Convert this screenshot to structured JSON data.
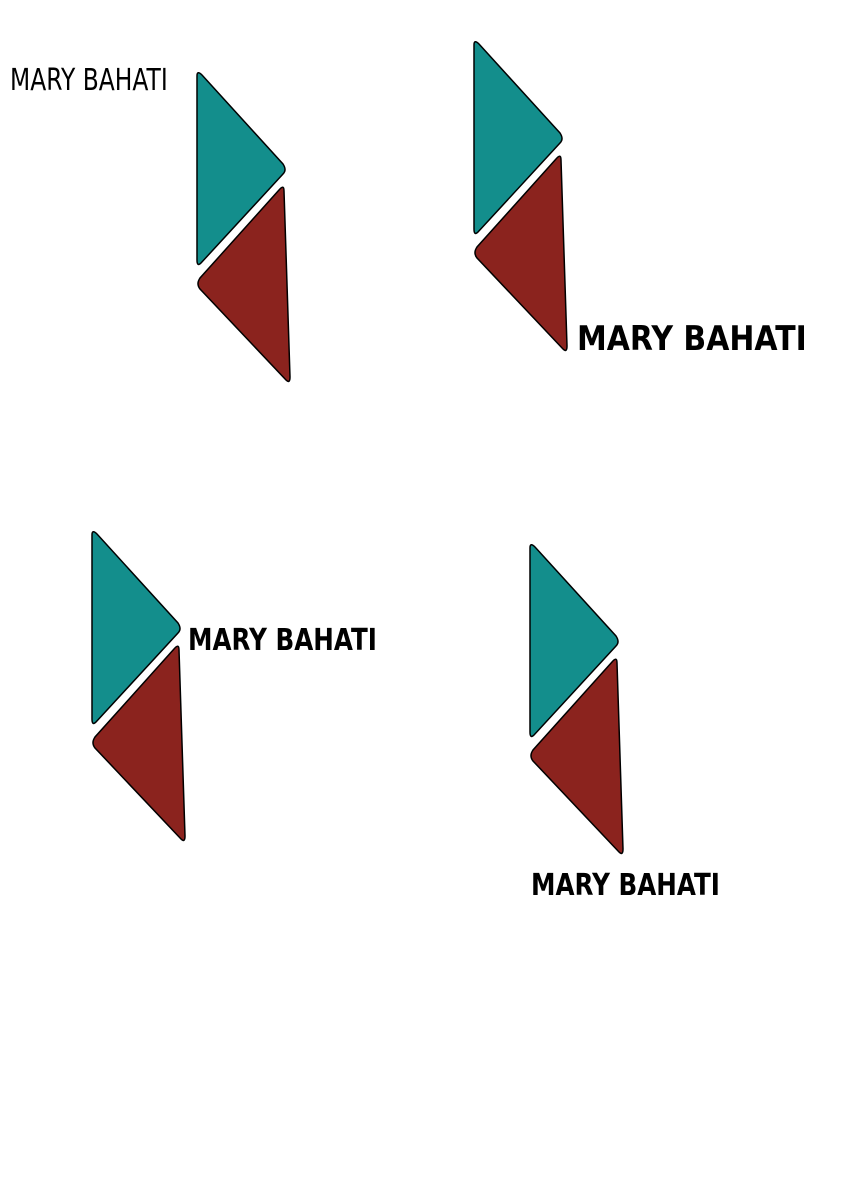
{
  "logos": [
    {
      "label": "MARY BAHATI"
    },
    {
      "label": "MARY BAHATI"
    },
    {
      "label": "MARY BAHATI"
    },
    {
      "label": "MARY BAHATI"
    }
  ],
  "colors": {
    "teal": "#138e8c",
    "maroon": "#8b231e",
    "outline": "#000000",
    "background": "#ffffff"
  }
}
